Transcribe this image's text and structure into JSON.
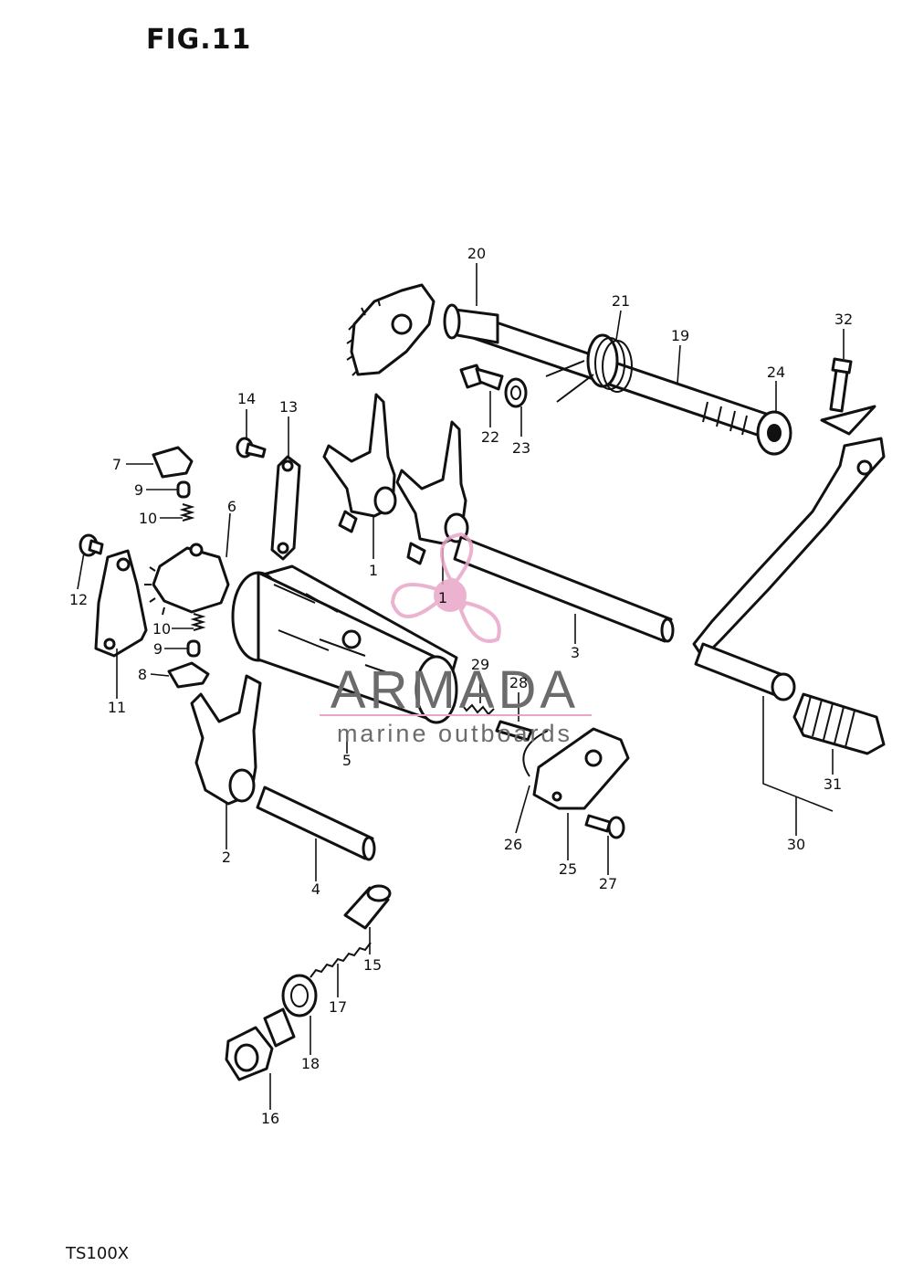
{
  "figure": {
    "title": "FIG.11",
    "model": "TS100X"
  },
  "watermark": {
    "brand": "ARMADA",
    "tagline": "marine outboards",
    "logo_color": "#e8a6c8",
    "text_color": "#6b6b6b"
  },
  "callouts": [
    {
      "id": "c1a",
      "label": "1"
    },
    {
      "id": "c1b",
      "label": "1"
    },
    {
      "id": "c2",
      "label": "2"
    },
    {
      "id": "c3",
      "label": "3"
    },
    {
      "id": "c4",
      "label": "4"
    },
    {
      "id": "c5",
      "label": "5"
    },
    {
      "id": "c6",
      "label": "6"
    },
    {
      "id": "c7",
      "label": "7"
    },
    {
      "id": "c8",
      "label": "8"
    },
    {
      "id": "c9a",
      "label": "9"
    },
    {
      "id": "c9b",
      "label": "9"
    },
    {
      "id": "c10a",
      "label": "10"
    },
    {
      "id": "c10b",
      "label": "10"
    },
    {
      "id": "c11",
      "label": "11"
    },
    {
      "id": "c12",
      "label": "12"
    },
    {
      "id": "c13",
      "label": "13"
    },
    {
      "id": "c14",
      "label": "14"
    },
    {
      "id": "c15",
      "label": "15"
    },
    {
      "id": "c16",
      "label": "16"
    },
    {
      "id": "c17",
      "label": "17"
    },
    {
      "id": "c18",
      "label": "18"
    },
    {
      "id": "c19",
      "label": "19"
    },
    {
      "id": "c20",
      "label": "20"
    },
    {
      "id": "c21",
      "label": "21"
    },
    {
      "id": "c22",
      "label": "22"
    },
    {
      "id": "c23",
      "label": "23"
    },
    {
      "id": "c24",
      "label": "24"
    },
    {
      "id": "c25",
      "label": "25"
    },
    {
      "id": "c26",
      "label": "26"
    },
    {
      "id": "c27",
      "label": "27"
    },
    {
      "id": "c28",
      "label": "28"
    },
    {
      "id": "c29",
      "label": "29"
    },
    {
      "id": "c30",
      "label": "30"
    },
    {
      "id": "c31",
      "label": "31"
    },
    {
      "id": "c32",
      "label": "32"
    }
  ]
}
